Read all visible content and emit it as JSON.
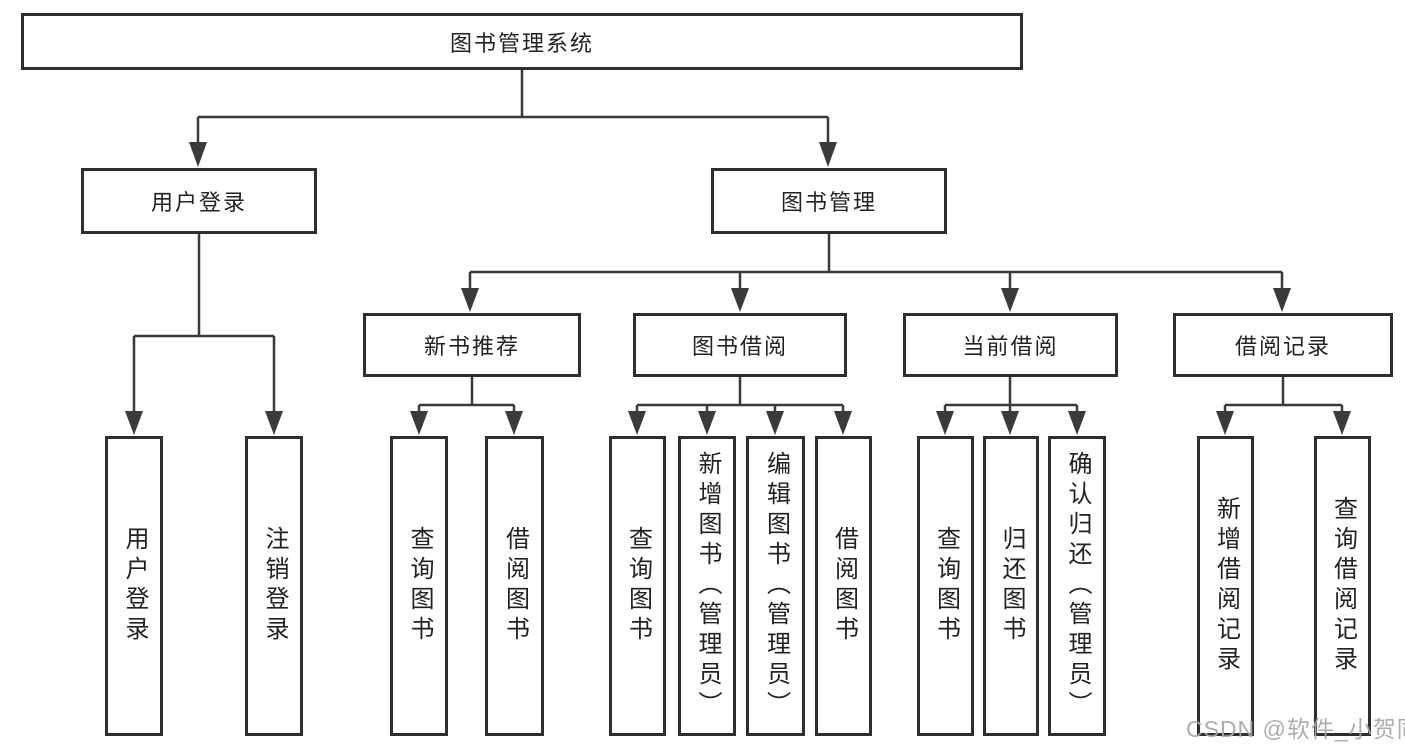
{
  "diagram": {
    "type": "hierarchy-tree",
    "nodes": {
      "root": "图书管理系统",
      "user_login_group": "用户登录",
      "book_mgmt_group": "图书管理",
      "new_book_rec": "新书推荐",
      "book_borrow": "图书借阅",
      "current_borrow": "当前借阅",
      "borrow_record": "借阅记录",
      "leaf_user_login": "用户登录",
      "leaf_logout": "注销登录",
      "leaf_nb_query_book": "查询图书",
      "leaf_nb_borrow_book": "借阅图书",
      "leaf_bb_query_book": "查询图书",
      "leaf_bb_add_book": "新增图书（管理员）",
      "leaf_bb_edit_book": "编辑图书（管理员）",
      "leaf_bb_borrow_book": "借阅图书",
      "leaf_cb_query_book": "查询图书",
      "leaf_cb_return_book": "归还图书",
      "leaf_cb_confirm_return": "确认归还（管理员）",
      "leaf_br_add_record": "新增借阅记录",
      "leaf_br_query_record": "查询借阅记录"
    },
    "hierarchy": {
      "图书管理系统": {
        "用户登录": [
          "用户登录",
          "注销登录"
        ],
        "图书管理": {
          "新书推荐": [
            "查询图书",
            "借阅图书"
          ],
          "图书借阅": [
            "查询图书",
            "新增图书（管理员）",
            "编辑图书（管理员）",
            "借阅图书"
          ],
          "当前借阅": [
            "查询图书",
            "归还图书",
            "确认归还（管理员）"
          ],
          "借阅记录": [
            "新增借阅记录",
            "查询借阅记录"
          ]
        }
      }
    }
  },
  "watermark": "CSDN @软件_小贺同学",
  "colors": {
    "background": "#ffffff",
    "box_border": "#2e2e2e",
    "box_fill": "#ffffff",
    "line": "#3a3a3a",
    "text": "#222222",
    "watermark": "#a6a6a6"
  }
}
